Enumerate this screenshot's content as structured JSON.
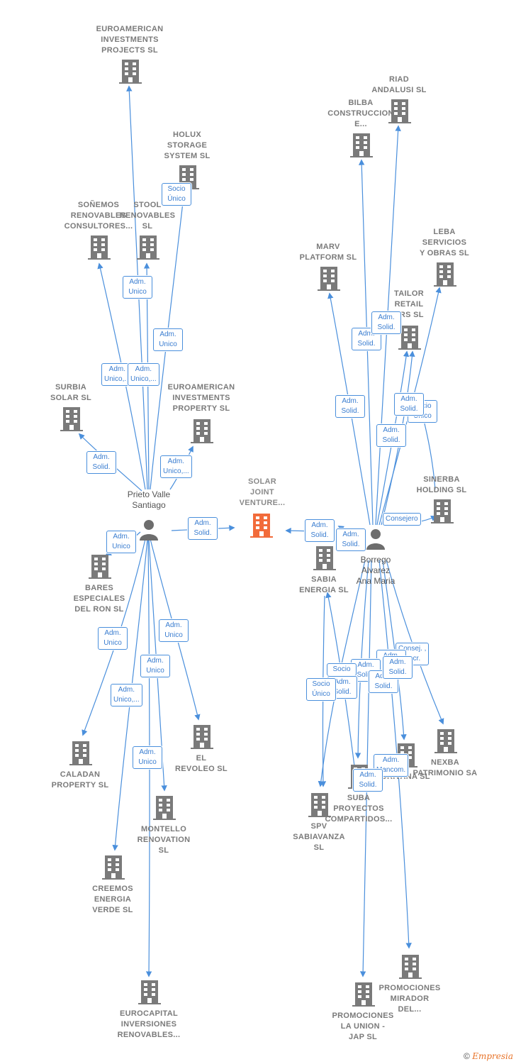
{
  "colors": {
    "edge": "#4a8fdc",
    "building": "#7a7a7a",
    "focus_building": "#f26b3a",
    "person": "#6d6d6d"
  },
  "focus_company": {
    "label": "SOLAR\nJOINT\nVENTURE...",
    "icon": "building-icon"
  },
  "persons": [
    {
      "id": "p1",
      "label": "Prieto Valle\nSantiago",
      "icon": "person-icon"
    },
    {
      "id": "p2",
      "label": "Borrego\nAlvarez\nAna Maria",
      "icon": "person-icon"
    }
  ],
  "companies": [
    {
      "id": "c1",
      "label": "EUROAMERICAN\nINVESTMENTS\nPROJECTS SL"
    },
    {
      "id": "c2",
      "label": "HOLUX\nSTORAGE\nSYSTEM SL"
    },
    {
      "id": "c3",
      "label": "SOÑEMOS\nRENOVABLES\nCONSULTORES..."
    },
    {
      "id": "c4",
      "label": "STOOL\nRENOVABLES\nSL"
    },
    {
      "id": "c5",
      "label": "SURBIA\nSOLAR SL"
    },
    {
      "id": "c6",
      "label": "EUROAMERICAN\nINVESTMENTS\nPROPERTY SL"
    },
    {
      "id": "c7",
      "label": "BARES\nESPECIALES\nDEL RON SL"
    },
    {
      "id": "c8",
      "label": "CALADAN\nPROPERTY SL"
    },
    {
      "id": "c9",
      "label": "EL\nREVOLEO SL"
    },
    {
      "id": "c10",
      "label": "MONTELLO\nRENOVATION\nSL"
    },
    {
      "id": "c11",
      "label": "CREEMOS\nENERGIA\nVERDE SL"
    },
    {
      "id": "c12",
      "label": "EUROCAPITAL\nINVERSIONES\nRENOVABLES..."
    },
    {
      "id": "c13",
      "label": "RIAD\nANDALUSI SL"
    },
    {
      "id": "c14",
      "label": "BILBA\nCONSTRUCCION\nE..."
    },
    {
      "id": "c15",
      "label": "MARV\nPLATFORM SL"
    },
    {
      "id": "c16",
      "label": "LEBA\nSERVICIOS\nY OBRAS SL"
    },
    {
      "id": "c17",
      "label": "TAILOR\nRETAIL\nERS SL"
    },
    {
      "id": "c18",
      "label": "SINERBA\nHOLDING SL"
    },
    {
      "id": "c19",
      "label": "SABIA\nENERGIA SL"
    },
    {
      "id": "c20",
      "label": "NEXBA\nPATRIMONIO SA"
    },
    {
      "id": "c21",
      "label": "ORIVANA SL"
    },
    {
      "id": "c22",
      "label": "SUBA\nPROYECTOS\nCOMPARTIDOS..."
    },
    {
      "id": "c23",
      "label": "SPV\nSABIAVANZA\nSL"
    },
    {
      "id": "c24",
      "label": "PROMOCIONES\nMIRADOR\nDEL..."
    },
    {
      "id": "c25",
      "label": "PROMOCIONES\nLA UNION -\nJAP SL"
    }
  ],
  "relations": [
    {
      "id": "e1",
      "label": "Socio\nÚnico"
    },
    {
      "id": "e2",
      "label": "Adm.\nUnico"
    },
    {
      "id": "e3",
      "label": "Adm.\nUnico"
    },
    {
      "id": "e4",
      "label": "Adm.\nUnico,..."
    },
    {
      "id": "e5",
      "label": "Adm.\nUnico,..."
    },
    {
      "id": "e6",
      "label": "Adm.\nSolid."
    },
    {
      "id": "e7",
      "label": "Adm.\nUnico,..."
    },
    {
      "id": "e8",
      "label": "Adm.\nSolid."
    },
    {
      "id": "e9",
      "label": "Adm.\nUnico"
    },
    {
      "id": "e10",
      "label": "Adm.\nUnico"
    },
    {
      "id": "e11",
      "label": "Adm.\nUnico"
    },
    {
      "id": "e12",
      "label": "Adm.\nUnico"
    },
    {
      "id": "e13",
      "label": "Adm.\nUnico,..."
    },
    {
      "id": "e14",
      "label": "Adm.\nUnico"
    },
    {
      "id": "e15",
      "label": "Adm.\nSolid."
    },
    {
      "id": "e16",
      "label": "Adm.\nSolid."
    },
    {
      "id": "e17",
      "label": "Adm.\nSolid."
    },
    {
      "id": "e18",
      "label": "Adm.\nSolid."
    },
    {
      "id": "e19",
      "label": "Socio\nÚnico"
    },
    {
      "id": "e20",
      "label": "Adm.\nSolid."
    },
    {
      "id": "e21",
      "label": "Consejero"
    },
    {
      "id": "e22",
      "label": "Adm.\nSolid."
    },
    {
      "id": "e23",
      "label": "Adm.\nSolid."
    },
    {
      "id": "e24",
      "label": "Consej. ,\nSecr."
    },
    {
      "id": "e25",
      "label": "Adm.\nSolid."
    },
    {
      "id": "e26",
      "label": "Adm.\nSolid."
    },
    {
      "id": "e27",
      "label": "Socio"
    },
    {
      "id": "e28",
      "label": "Adm.\nSolid."
    },
    {
      "id": "e29",
      "label": "Socio\nÚnico"
    },
    {
      "id": "e30",
      "label": "Adm.\nMancom."
    },
    {
      "id": "e31",
      "label": "Adm.\nSolid."
    },
    {
      "id": "e32",
      "label": "Adm.\nSolid."
    },
    {
      "id": "e33",
      "label": "Adm.\nSolid."
    }
  ],
  "footer": {
    "copyright": "©",
    "brand": "Empresia"
  }
}
